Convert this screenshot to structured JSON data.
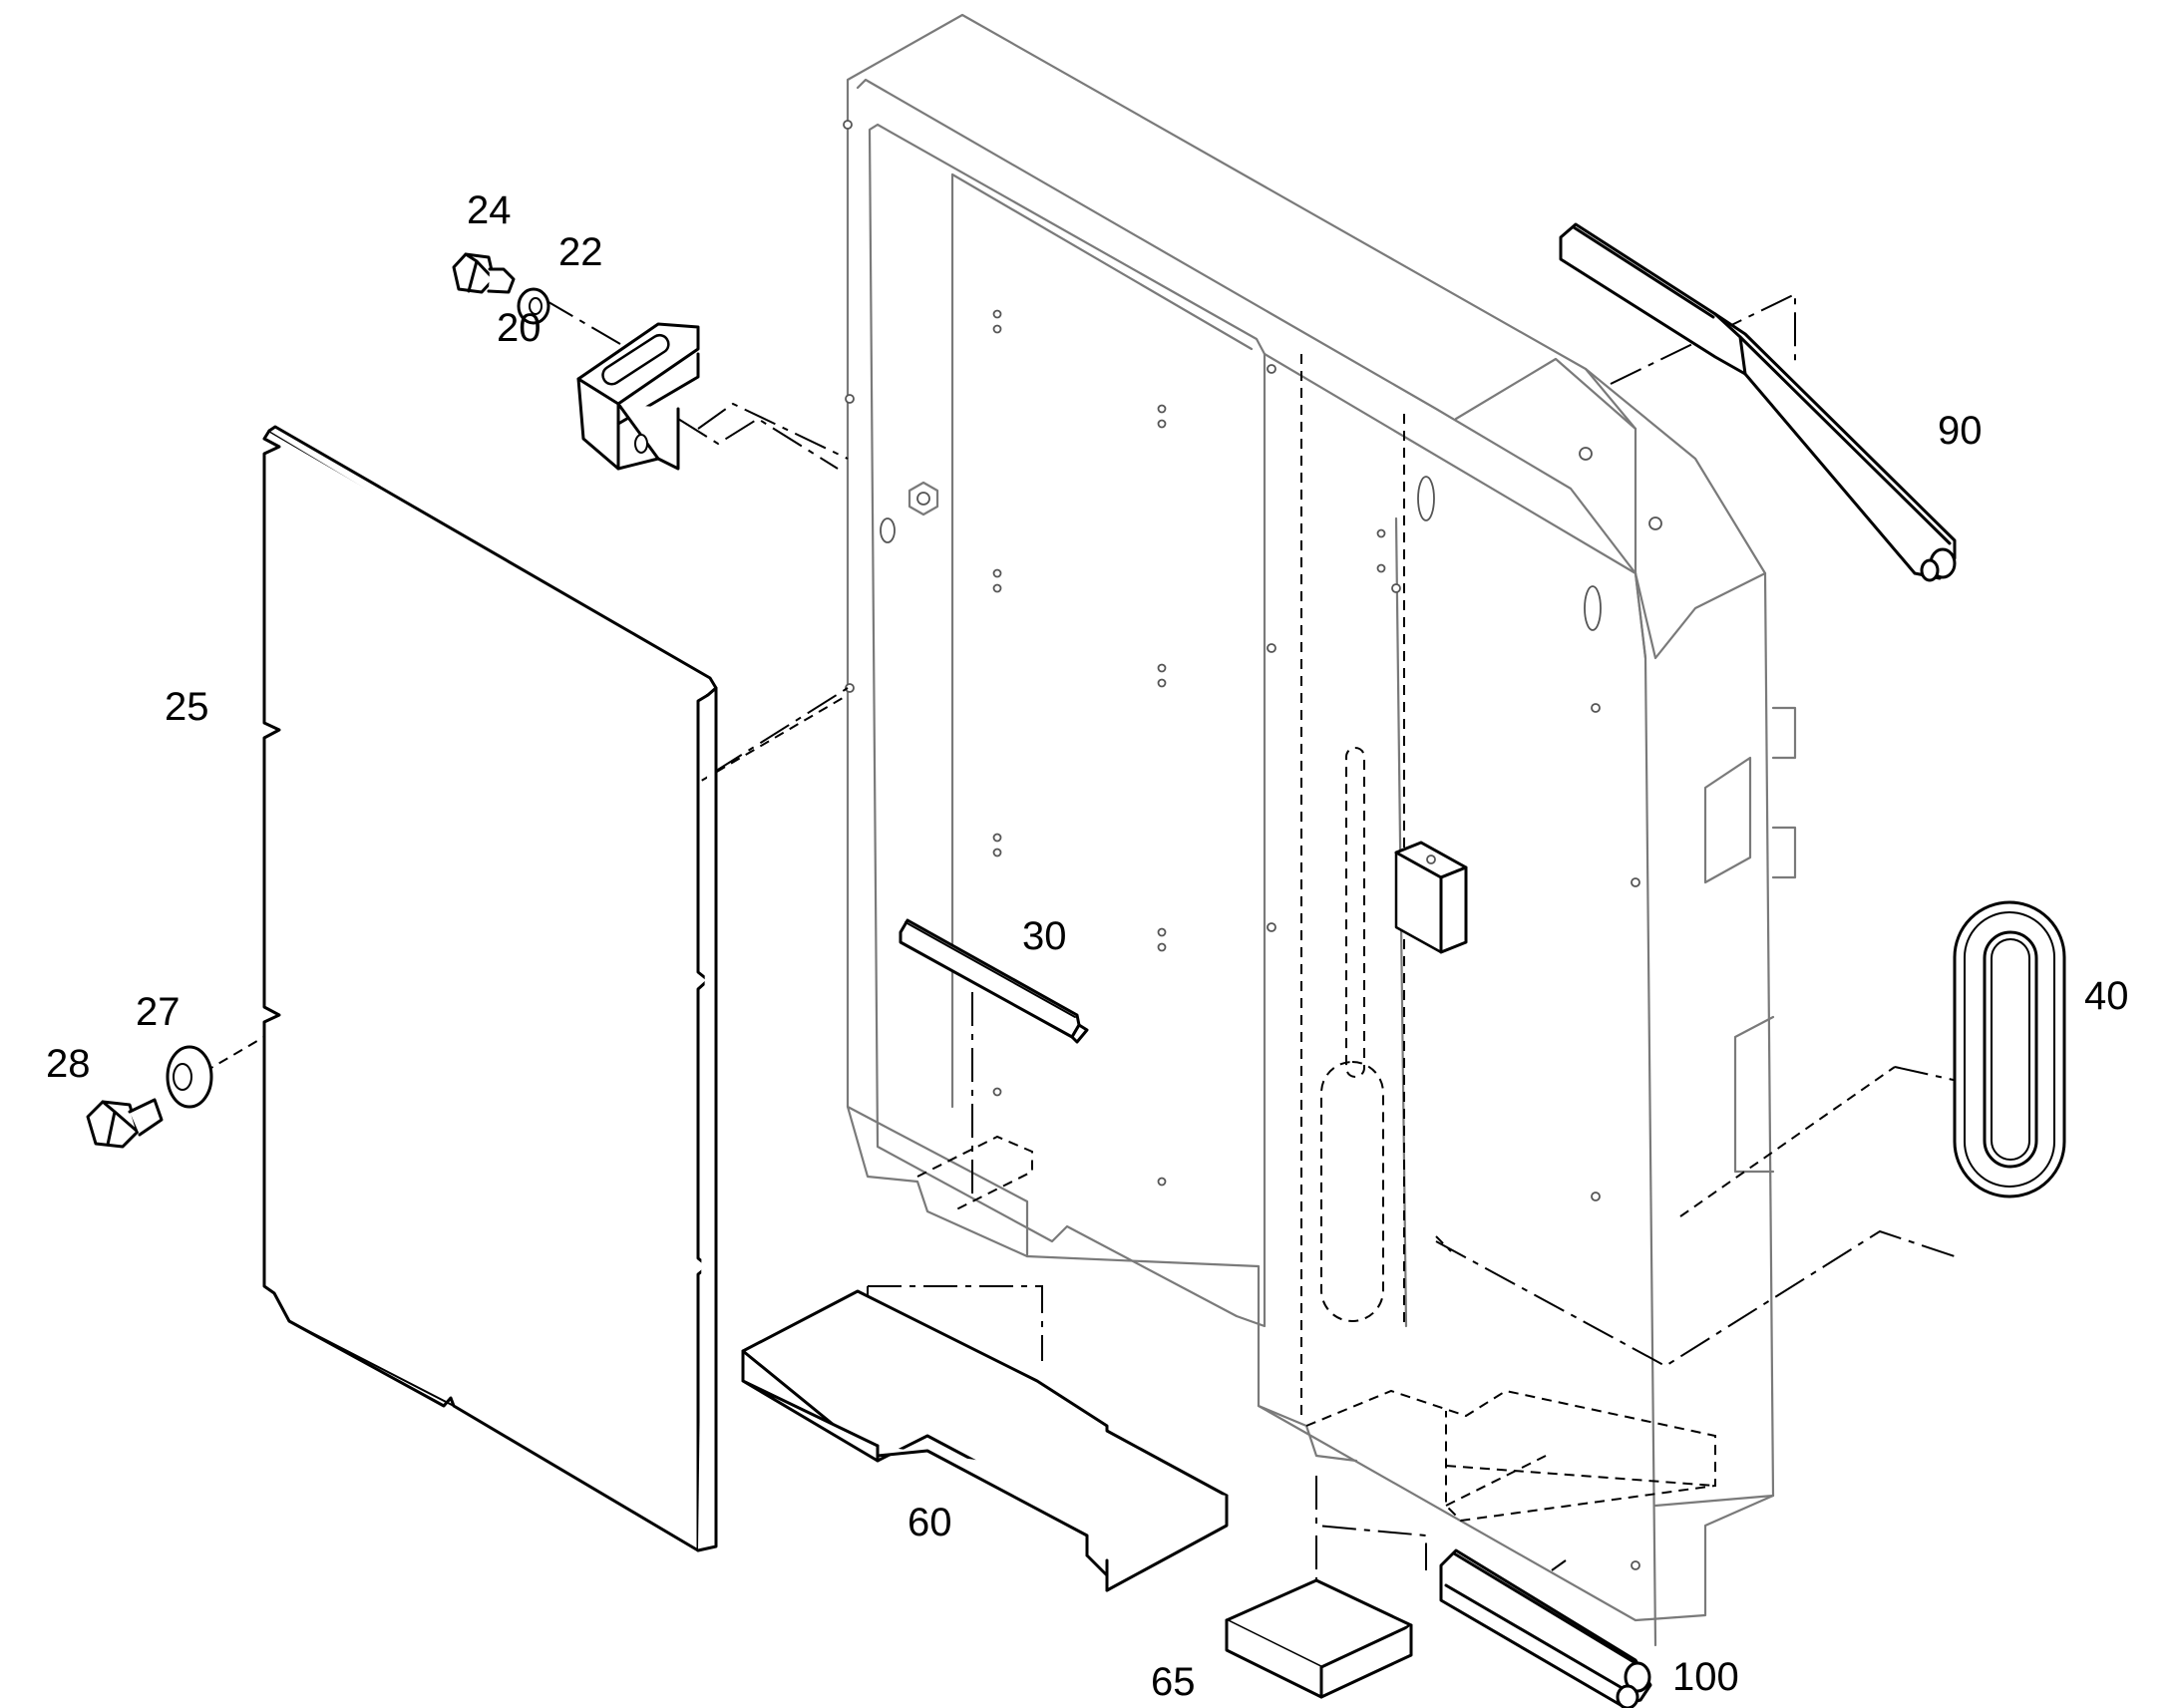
{
  "callouts": [
    {
      "id": "c20",
      "label": "20"
    },
    {
      "id": "c22",
      "label": "22"
    },
    {
      "id": "c24",
      "label": "24"
    },
    {
      "id": "c25",
      "label": "25"
    },
    {
      "id": "c27",
      "label": "27"
    },
    {
      "id": "c28",
      "label": "28"
    },
    {
      "id": "c30",
      "label": "30"
    },
    {
      "id": "c40",
      "label": "40"
    },
    {
      "id": "c60",
      "label": "60"
    },
    {
      "id": "c65",
      "label": "65"
    },
    {
      "id": "c90",
      "label": "90"
    },
    {
      "id": "c100",
      "label": "100"
    }
  ]
}
